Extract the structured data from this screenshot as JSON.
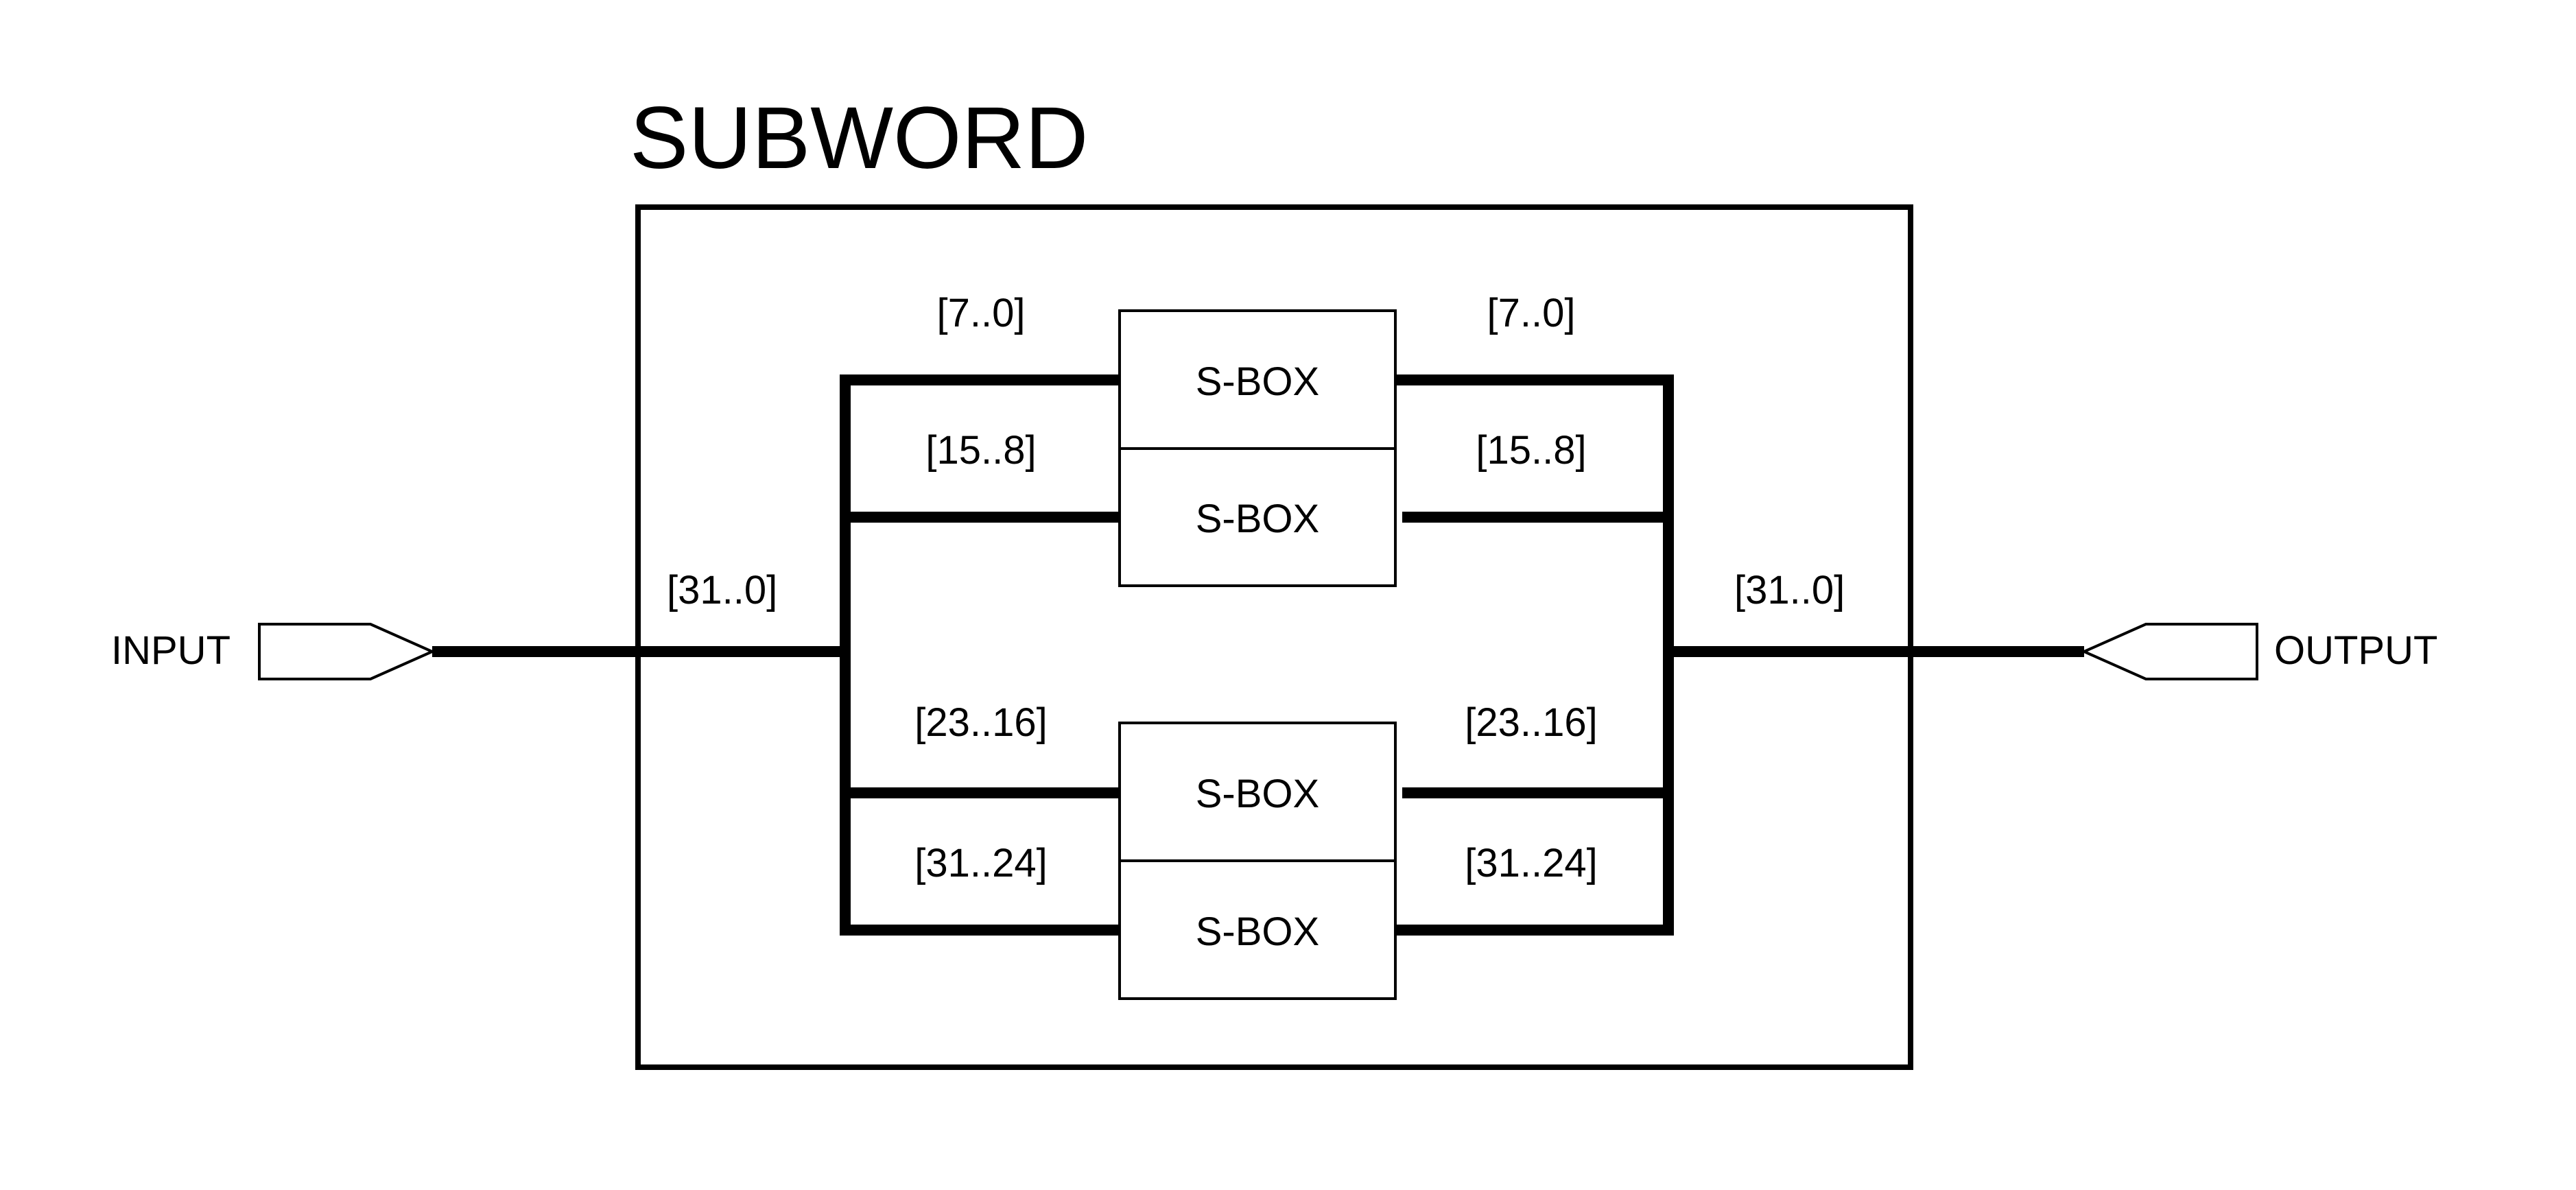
{
  "title": "SUBWORD",
  "ports": {
    "input": "INPUT",
    "output": "OUTPUT"
  },
  "buses": {
    "input": "[31..0]",
    "output": "[31..0]"
  },
  "sboxes": [
    {
      "label": "S-BOX",
      "in_range": "[7..0]",
      "out_range": "[7..0]"
    },
    {
      "label": "S-BOX",
      "in_range": "[15..8]",
      "out_range": "[15..8]"
    },
    {
      "label": "S-BOX",
      "in_range": "[23..16]",
      "out_range": "[23..16]"
    },
    {
      "label": "S-BOX",
      "in_range": "[31..24]",
      "out_range": "[31..24]"
    }
  ],
  "colors": {
    "line": "#000000",
    "background": "#ffffff"
  }
}
